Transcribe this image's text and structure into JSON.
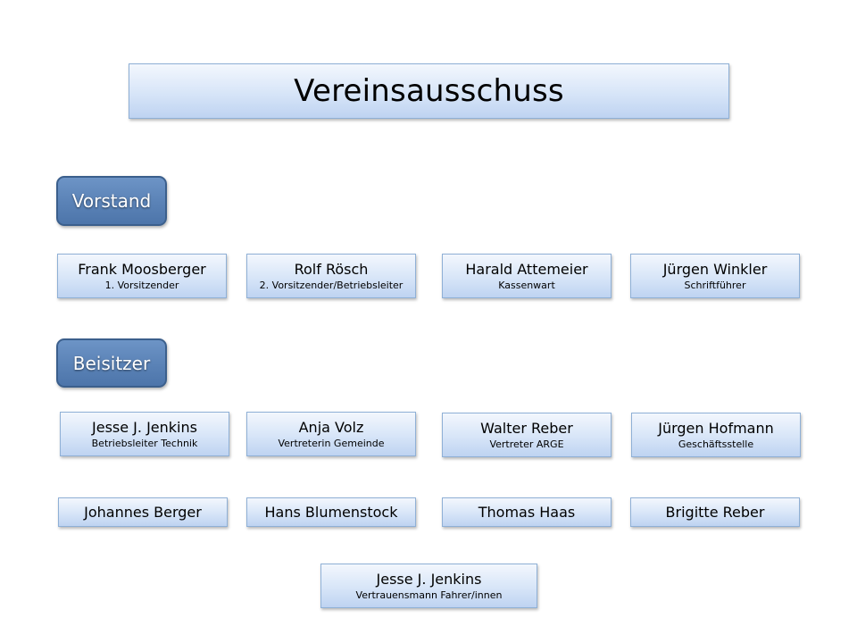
{
  "title": "Vereinsausschuss",
  "sections": {
    "vorstand": "Vorstand",
    "beisitzer": "Beisitzer"
  },
  "vorstand": [
    {
      "name": "Frank Moosberger",
      "role": "1. Vorsitzender"
    },
    {
      "name": "Rolf Rösch",
      "role": "2. Vorsitzender/Betriebsleiter"
    },
    {
      "name": "Harald Attemeier",
      "role": "Kassenwart"
    },
    {
      "name": "Jürgen Winkler",
      "role": "Schriftführer"
    }
  ],
  "beisitzer_row1": [
    {
      "name": "Jesse J. Jenkins",
      "role": "Betriebsleiter Technik"
    },
    {
      "name": "Anja Volz",
      "role": "Vertreterin Gemeinde"
    },
    {
      "name": "Walter Reber",
      "role": "Vertreter ARGE"
    },
    {
      "name": "Jürgen Hofmann",
      "role": "Geschäftsstelle"
    }
  ],
  "beisitzer_row2": [
    {
      "name": "Johannes Berger"
    },
    {
      "name": "Hans Blumenstock"
    },
    {
      "name": "Thomas Haas"
    },
    {
      "name": "Brigitte Reber"
    }
  ],
  "vertrauensmann": {
    "name": "Jesse J. Jenkins",
    "role": "Vertrauensmann Fahrer/innen"
  },
  "colors": {
    "box_fill": "#d7e5f8",
    "box_border": "#8fb0d6",
    "section_fill": "#5a82b6",
    "section_border": "#3b5f8c"
  }
}
